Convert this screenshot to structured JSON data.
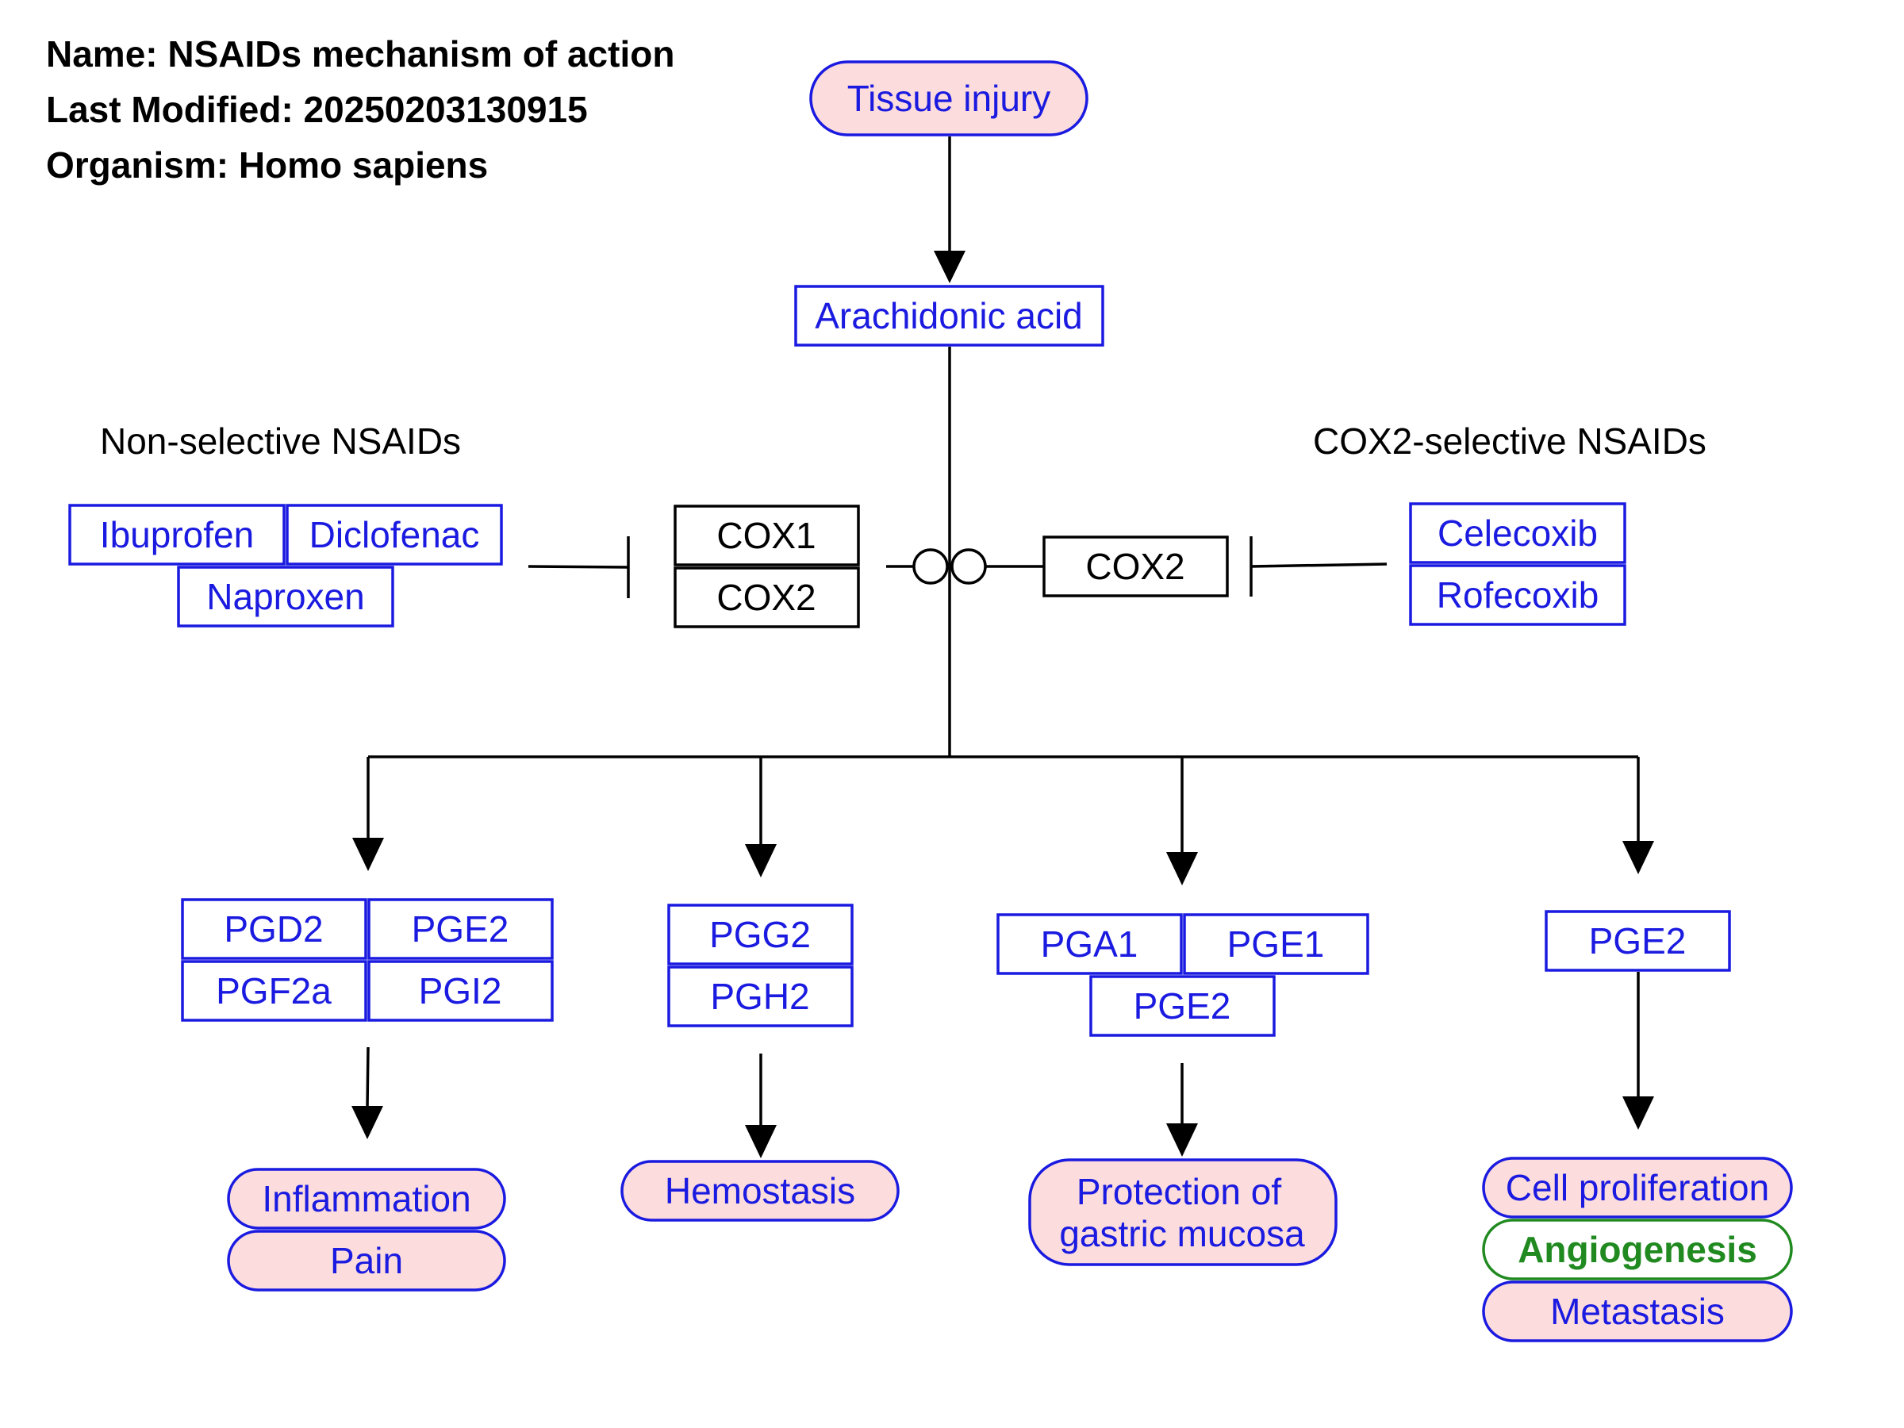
{
  "header": {
    "name": "Name: NSAIDs mechanism of action",
    "last_modified": "Last Modified: 20250203130915",
    "organism": "Organism: Homo sapiens"
  },
  "groups": {
    "non_selective": "Non-selective NSAIDs",
    "cox2_selective": "COX2-selective NSAIDs"
  },
  "nodes": {
    "tissue_injury": "Tissue injury",
    "arachidonic_acid": "Arachidonic acid",
    "ibuprofen": "Ibuprofen",
    "diclofenac": "Diclofenac",
    "naproxen": "Naproxen",
    "cox1": "COX1",
    "cox2_left": "COX2",
    "cox2_right": "COX2",
    "celecoxib": "Celecoxib",
    "rofecoxib": "Rofecoxib",
    "pgd2": "PGD2",
    "pge2_a": "PGE2",
    "pgf2a": "PGF2a",
    "pgi2": "PGI2",
    "pgg2": "PGG2",
    "pgh2": "PGH2",
    "pga1": "PGA1",
    "pge1": "PGE1",
    "pge2_b": "PGE2",
    "pge2_c": "PGE2",
    "inflammation": "Inflammation",
    "pain": "Pain",
    "hemostasis": "Hemostasis",
    "protection_line1": "Protection of",
    "protection_line2": "gastric mucosa",
    "cell_proliferation": "Cell proliferation",
    "angiogenesis": "Angiogenesis",
    "metastasis": "Metastasis"
  },
  "colors": {
    "metabolite": "#1a1ae0",
    "gene_product": "#000000",
    "pathway_fill": "#fcdcdc",
    "angiogenesis_text": "#208a20"
  }
}
